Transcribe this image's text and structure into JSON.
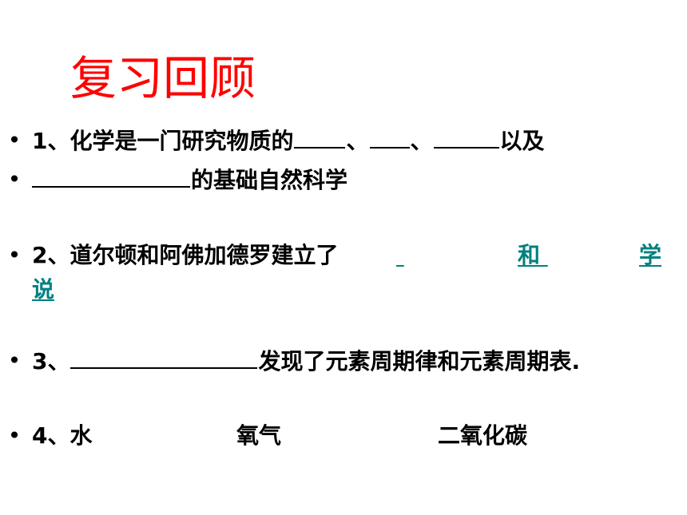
{
  "slide": {
    "title": "复习回顾",
    "bullet": "•",
    "q1": {
      "line1_prefix": "1、化学是一门研究物质的",
      "sep1": "、",
      "sep2": "、",
      "line1_suffix": "以及",
      "line2_suffix": "的基础自然科学"
    },
    "q2": {
      "prefix": "2、道尔顿和阿佛加德罗建立了",
      "word_he": "和",
      "word_xue": "学",
      "word_shuo": "说"
    },
    "q3": {
      "prefix": "3、",
      "suffix": "发现了元素周期律和元素周期表."
    },
    "q4": {
      "prefix": "4、水",
      "item2": "氧气",
      "item3": "二氧化碳"
    },
    "colors": {
      "title": "#ff0000",
      "text": "#000000",
      "link": "#008080",
      "background": "#ffffff"
    }
  }
}
